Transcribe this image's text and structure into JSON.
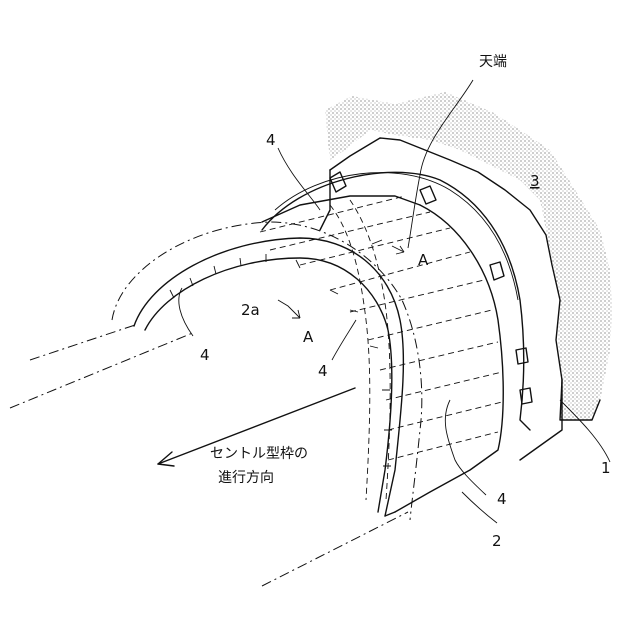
{
  "labels": {
    "top_end": "天端",
    "ground_ref": "3",
    "member_4_top": "4",
    "member_4_left": "4",
    "member_4_mid": "4",
    "member_4_right": "4",
    "section_a_upper": "A",
    "section_a_lower": "A",
    "panel_2a": "2a",
    "ref_1": "1",
    "ref_2": "2",
    "direction_line1": "セントル型枠の",
    "direction_line2": "進行方向"
  }
}
